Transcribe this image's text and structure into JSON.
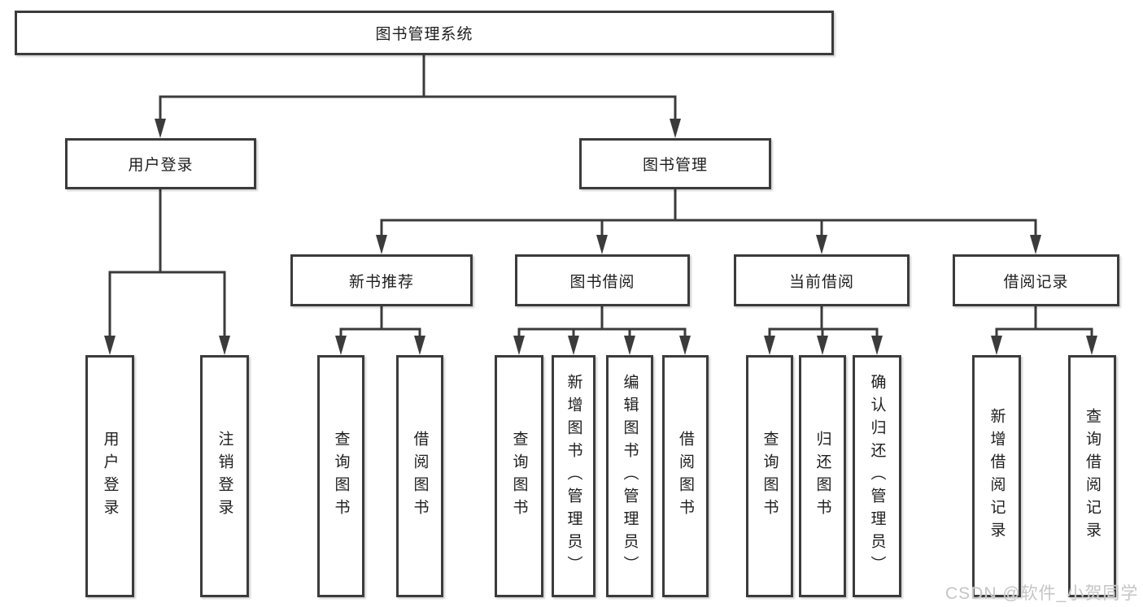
{
  "nodes": {
    "root": {
      "label": "图书管理系统"
    },
    "level1": [
      {
        "id": "user-login",
        "label": "用户登录"
      },
      {
        "id": "book-management",
        "label": "图书管理"
      }
    ],
    "level2": [
      {
        "id": "new-book-recommend",
        "label": "新书推荐",
        "parent": "图书管理"
      },
      {
        "id": "book-borrow",
        "label": "图书借阅",
        "parent": "图书管理"
      },
      {
        "id": "current-borrow",
        "label": "当前借阅",
        "parent": "图书管理"
      },
      {
        "id": "borrow-records",
        "label": "借阅记录",
        "parent": "图书管理"
      }
    ],
    "leaves": [
      {
        "id": "leaf-user-login",
        "label": "用户登录",
        "parent": "用户登录"
      },
      {
        "id": "leaf-logout",
        "label": "注销登录",
        "parent": "用户登录"
      },
      {
        "id": "leaf-query-books-1",
        "label": "查询图书",
        "parent": "新书推荐"
      },
      {
        "id": "leaf-borrow-books-1",
        "label": "借阅图书",
        "parent": "新书推荐"
      },
      {
        "id": "leaf-query-books-2",
        "label": "查询图书",
        "parent": "图书借阅"
      },
      {
        "id": "leaf-add-books",
        "label": "新增图书（管理员）",
        "parent": "图书借阅"
      },
      {
        "id": "leaf-edit-books",
        "label": "编辑图书（管理员）",
        "parent": "图书借阅"
      },
      {
        "id": "leaf-borrow-books-2",
        "label": "借阅图书",
        "parent": "图书借阅"
      },
      {
        "id": "leaf-query-books-3",
        "label": "查询图书",
        "parent": "当前借阅"
      },
      {
        "id": "leaf-return-books",
        "label": "归还图书",
        "parent": "当前借阅"
      },
      {
        "id": "leaf-confirm-return",
        "label": "确认归还（管理员）",
        "parent": "当前借阅"
      },
      {
        "id": "leaf-add-borrow-record",
        "label": "新增借阅记录",
        "parent": "借阅记录"
      },
      {
        "id": "leaf-query-borrow-record",
        "label": "查询借阅记录",
        "parent": "借阅记录"
      }
    ]
  },
  "watermark": {
    "text": "CSDN @软件_小贺同学"
  },
  "colors": {
    "line": "#3b3b3b",
    "box_border": "#3b3b3b",
    "box_bg": "#ffffff",
    "text": "#1e1e1e",
    "watermark": "#c5c5c5"
  }
}
